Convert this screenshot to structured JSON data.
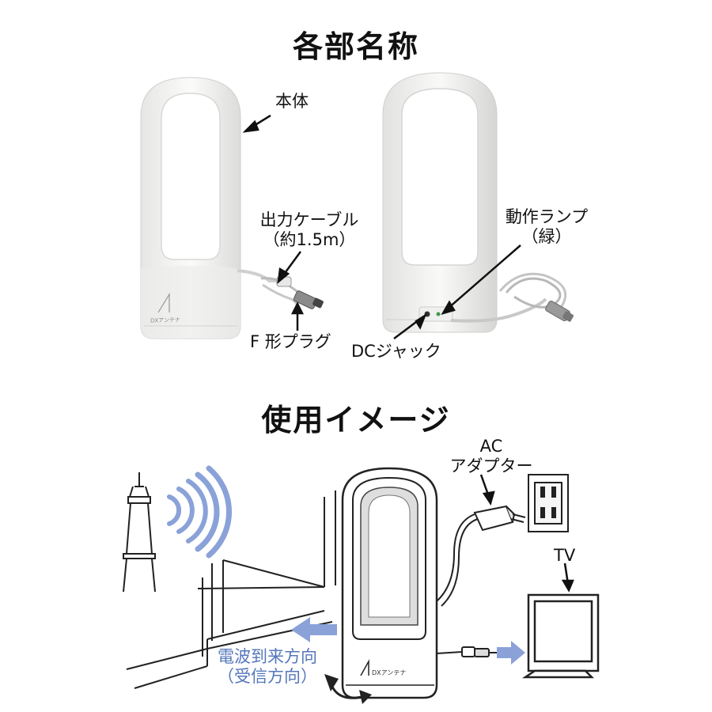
{
  "section1": {
    "title": "各部名称",
    "labels": {
      "body": "本体",
      "cable_line1": "出力ケーブル",
      "cable_line2": "（約1.5m）",
      "fplug": "F 形プラグ",
      "lamp_line1": "動作ランプ",
      "lamp_line2": "（緑）",
      "dcjack": "DCジャック"
    },
    "logo_text": "DXアンテナ"
  },
  "section2": {
    "title": "使用イメージ",
    "labels": {
      "ac_line1": "AC",
      "ac_line2": "アダプター",
      "tv": "TV",
      "wave_line1": "電波到来方向",
      "wave_line2": "（受信方向）"
    },
    "logo_text": "DXアンテナ"
  },
  "colors": {
    "arrow_blue": "#8aa2d8",
    "wave_blue": "#8aa2d8",
    "text_blue": "#5577bb",
    "device_white": "#f4f4f2",
    "outline": "#222222"
  }
}
